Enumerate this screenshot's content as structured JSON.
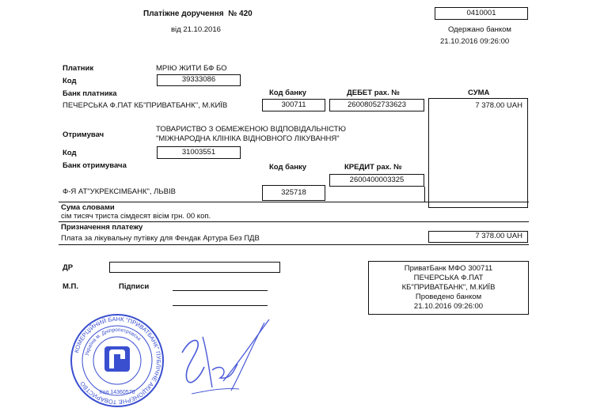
{
  "header": {
    "title": "Платіжне доручення",
    "number": "№ 420",
    "date_line": "від 21.10.2016",
    "doc_code": "0410001",
    "received_label": "Одержано банком",
    "received_date": "21.10.2016 09:26:00"
  },
  "payer": {
    "label": "Платник",
    "name": "МРІЮ ЖИТИ БФ БО",
    "code_label": "Код",
    "code": "39333086",
    "bank_label": "Банк платника",
    "bank_name": "ПЕЧЕРСЬКА Ф.ПАТ КБ\"ПРИВАТБАНК\", М.КИЇВ",
    "bank_code_label": "Код банку",
    "bank_code": "300711",
    "debit_label": "ДЕБЕТ рах. №",
    "debit_account": "26008052733623",
    "sum_label": "СУМА",
    "sum": "7 378.00 UAH"
  },
  "recipient": {
    "label": "Отримувач",
    "name_line1": "ТОВАРИСТВО З ОБМЕЖЕНОЮ ВІДПОВІДАЛЬНІСТЮ",
    "name_line2": "\"МІЖНАРОДНА КЛІНІКА ВІДНОВНОГО ЛІКУВАННЯ\"",
    "code_label": "Код",
    "code": "31003551",
    "bank_label": "Банк отримувача",
    "bank_code_label": "Код банку",
    "credit_label": "КРЕДИТ рах. №",
    "credit_account": "2600400003325",
    "bank_name": "Ф-Я АТ\"УКРЕКСІМБАНК\", ЛЬВІВ",
    "bank_code": "325718"
  },
  "sum_words": {
    "label": "Сума словами",
    "text": "сім тисяч триста сімдесят вісім грн. 00 коп."
  },
  "purpose": {
    "label": "Призначення платежу",
    "text": "Плата за лікувальну путівку для Фендак Артура Без ПДВ",
    "amount": "7 378.00 UAH"
  },
  "footer": {
    "dr_label": "ДР",
    "mp_label": "М.П.",
    "signatures_label": "Підписи",
    "bank_stamp_line1": "ПриватБанк    МФО    300711",
    "bank_stamp_line2": "ПЕЧЕРСЬКА Ф.ПАТ",
    "bank_stamp_line3": "КБ\"ПРИВАТБАНК\", М.КИЇВ",
    "bank_stamp_line4": "Проведено банком",
    "bank_stamp_line5": "21.10.2016 09:26:00"
  },
  "stamp": {
    "color": "#3a4fd0",
    "text_outer": "КОМЕРЦІЙНИЙ БАНК \"ПРИВАТБАНК\" ПУБЛІЧНЕ АКЦІОНЕРНЕ ТОВАРИСТВО",
    "text_inner": "Україна м. Дніпропетровськ",
    "code": "Код 14360570"
  }
}
